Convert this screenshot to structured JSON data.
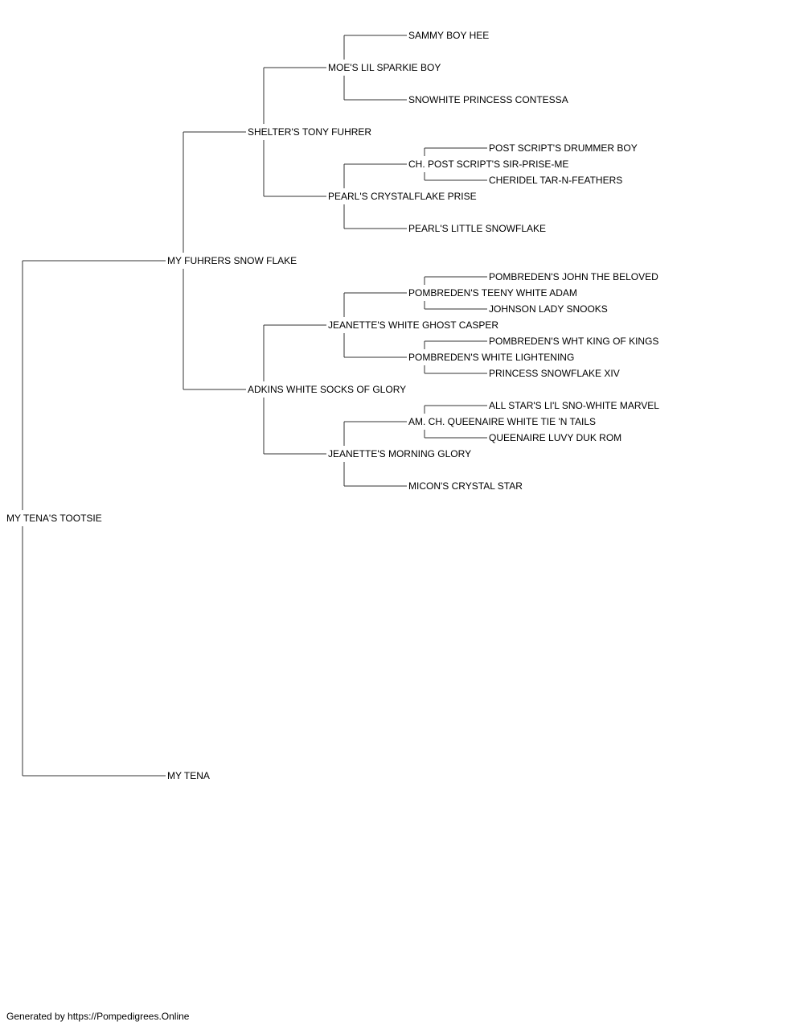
{
  "colors": {
    "line": "#333333",
    "text": "#000000",
    "champion": "#e8151b"
  },
  "pedigree": {
    "subject": {
      "name": "MY TENA'S TOOTSIE"
    },
    "sire": {
      "name": "MY FUHRERS SNOW FLAKE",
      "sire": {
        "name": "SHELTER'S TONY FUHRER",
        "sire": {
          "name": "MOE'S LIL SPARKIE BOY",
          "sire": {
            "name": "SAMMY BOY HEE"
          },
          "dam": {
            "name": "SNOWHITE PRINCESS CONTESSA"
          }
        },
        "dam": {
          "name": "PEARL'S CRYSTALFLAKE PRISE",
          "sire": {
            "name": "CH. POST SCRIPT'S SIR-PRISE-ME",
            "highlight": true,
            "sire": {
              "name": "POST SCRIPT'S DRUMMER BOY"
            },
            "dam": {
              "name": "CHERIDEL TAR-N-FEATHERS"
            }
          },
          "dam": {
            "name": "PEARL'S LITTLE SNOWFLAKE"
          }
        }
      },
      "dam": {
        "name": "ADKINS WHITE SOCKS OF GLORY",
        "sire": {
          "name": "JEANETTE'S WHITE GHOST CASPER",
          "sire": {
            "name": "POMBREDEN'S TEENY WHITE ADAM",
            "sire": {
              "name": "POMBREDEN'S JOHN THE BELOVED"
            },
            "dam": {
              "name": "JOHNSON LADY SNOOKS"
            }
          },
          "dam": {
            "name": "POMBREDEN'S WHITE LIGHTENING",
            "sire": {
              "name": "POMBREDEN'S WHT KING OF KINGS"
            },
            "dam": {
              "name": "PRINCESS SNOWFLAKE XIV"
            }
          }
        },
        "dam": {
          "name": "JEANETTE'S MORNING GLORY",
          "sire": {
            "name": "AM. CH. QUEENAIRE WHITE TIE 'N TAILS",
            "highlight": true,
            "sire": {
              "name": "ALL STAR'S LI'L SNO-WHITE MARVEL"
            },
            "dam": {
              "name": "QUEENAIRE LUVY DUK ROM",
              "highlight": true
            }
          },
          "dam": {
            "name": "MICON'S CRYSTAL STAR"
          }
        }
      }
    },
    "dam": {
      "name": "MY TENA"
    }
  },
  "footer": {
    "text": "Generated by https://Pompedigrees.Online"
  }
}
